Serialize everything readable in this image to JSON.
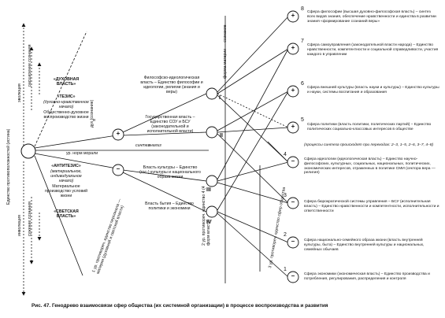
{
  "left_vertical": {
    "unity": "Единство противоположностей (истина)",
    "evolution": "эволюция",
    "expansion": "расширение сознания",
    "involution": "инволюция",
    "narrowing": "сужение сознания"
  },
  "left_labels": {
    "spiritual_power": "«ДУХОВНАЯ ВЛАСТЬ»",
    "thesis_title": "«ТЕЗИС»",
    "thesis_sub": "(духовно-нравственное начало)",
    "thesis_desc": "Общественно-духовное воспроизводство жизни",
    "antithesis_title": "«АНТИТЕЗИС»",
    "antithesis_sub": "(материальное, индивидуальное начало)",
    "antithesis_desc": "Материальное производство условий жизни",
    "secular_power": "«СВЕТСКАЯ ВЛАСТЬ»"
  },
  "center_labels": {
    "spirit": "дух (сознание)",
    "and": "и",
    "synthesis": "синтез",
    "analysis": "анализ",
    "morality": "ур. норм морали",
    "level1_contra": "1 ур. противореч. единство персонала — материи (духовной и светской власти)",
    "level2_contra": "2 ур. противореч. единство 4 (4 форм власти)",
    "level3_contra": "3 ур. противореч. единство сфер общества",
    "form_matter": "форма материи — сознание"
  },
  "branches": {
    "philosophy": "Философско-идеологическая власть – Единство философии и идеологии, религии (знания и веры)",
    "state": "Государственная власть – Единство СОУ и БСУ (законодательной и исполнительной власти)",
    "culture": "Власть культуры – Единство (гос-) культуры и национального образа жизни",
    "life": "Власть бытия – Единство политики и экономики"
  },
  "roman": {
    "I": "I",
    "II": "II",
    "III": "III",
    "IV": "IV"
  },
  "signs": {
    "plus": "+",
    "minus": "–"
  },
  "process_note": "(процессы синтеза происходят при переходах: 2–3, 1–5, 2–6, 3–7, 4–8)",
  "spheres": [
    {
      "num": "8",
      "sign": "+",
      "text": "Сфера философии (высшая духовно-философская власть) – синтез всех видов знания, обеспечение нравственности и единства в развитии знания «формирование сознаний веры»"
    },
    {
      "num": "7",
      "sign": "+",
      "text": "Сфера самоуправления (законодательной власти народа) – Единство нравственности, компетентности и социальной справедливости, участия каждого в управлении"
    },
    {
      "num": "6",
      "sign": "+",
      "text": "Сфера внешней культуры (власть науки и культуры) – Единство культуры и науки, системы воспитания и образования"
    },
    {
      "num": "5",
      "sign": "+",
      "text": "Сфера политики (власть политики, политических партий) – Единство политических социально-классовых интересов в обществе"
    },
    {
      "num": "4",
      "sign": "–",
      "text": "Сфера идеологии (идеологическая власть) – Единство научно-философских, культурных, социальных, национальных, политических, экономических интересов, отраженных в политике СМИ (сектора вера — религия)"
    },
    {
      "num": "3",
      "sign": "–",
      "text": "Сфера бюрократической системы управления – БСУ (исполнительная власть) – Единство нравственности и компетентности, исполнительности и ответственности"
    },
    {
      "num": "2",
      "sign": "–",
      "text": "Сфера национально-семейного образа жизни (власть внутренней культуры, быта) – Единство внутренней культуры и национальных, семейных обычаев"
    },
    {
      "num": "1",
      "sign": "–",
      "text": "Сфера экономики (экономическая власть) – Единство производства и потребления, регулирования, распределения и контроля"
    }
  ],
  "caption": "Рис. 47. Генодрево взаимосвязи сфер общества (их системной организации) в процессе воспроизводства и развития"
}
